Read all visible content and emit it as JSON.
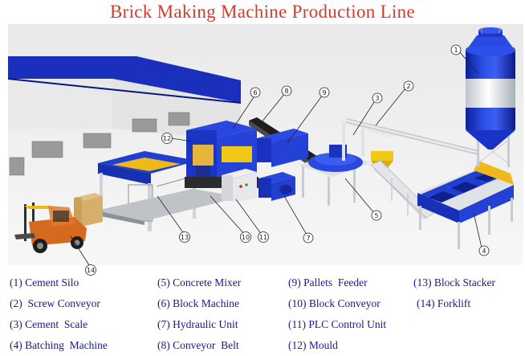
{
  "title": "Brick  Making Machine Production  Line",
  "callouts": [
    "1",
    "2",
    "3",
    "4",
    "5",
    "6",
    "7",
    "8",
    "9",
    "10",
    "11",
    "12",
    "13",
    "14"
  ],
  "legend": {
    "col1": [
      "(1) Cement Silo",
      "(2)  Screw Conveyor",
      "(3) Cement  Scale",
      "(4) Batching  Machine"
    ],
    "col2": [
      "(5) Concrete Mixer",
      "(6) Block Machine",
      "(7) Hydraulic Unit",
      "(8) Conveyor  Belt"
    ],
    "col3": [
      "(9) Pallets  Feeder",
      "(10) Block Conveyor",
      "(11) PLC Control Unit",
      "(12) Mould"
    ],
    "col4": [
      "(13) Block Stacker",
      "(14) Forklift"
    ]
  },
  "colors": {
    "title": "#d63a2c",
    "legend_text": "#141a8c",
    "machine_blue": "#1f3fd0",
    "warehouse_blue": "#1d34c8",
    "frame_white": "#e8eaec",
    "forklift_orange": "#d5691e",
    "yellow": "#f2c818"
  }
}
